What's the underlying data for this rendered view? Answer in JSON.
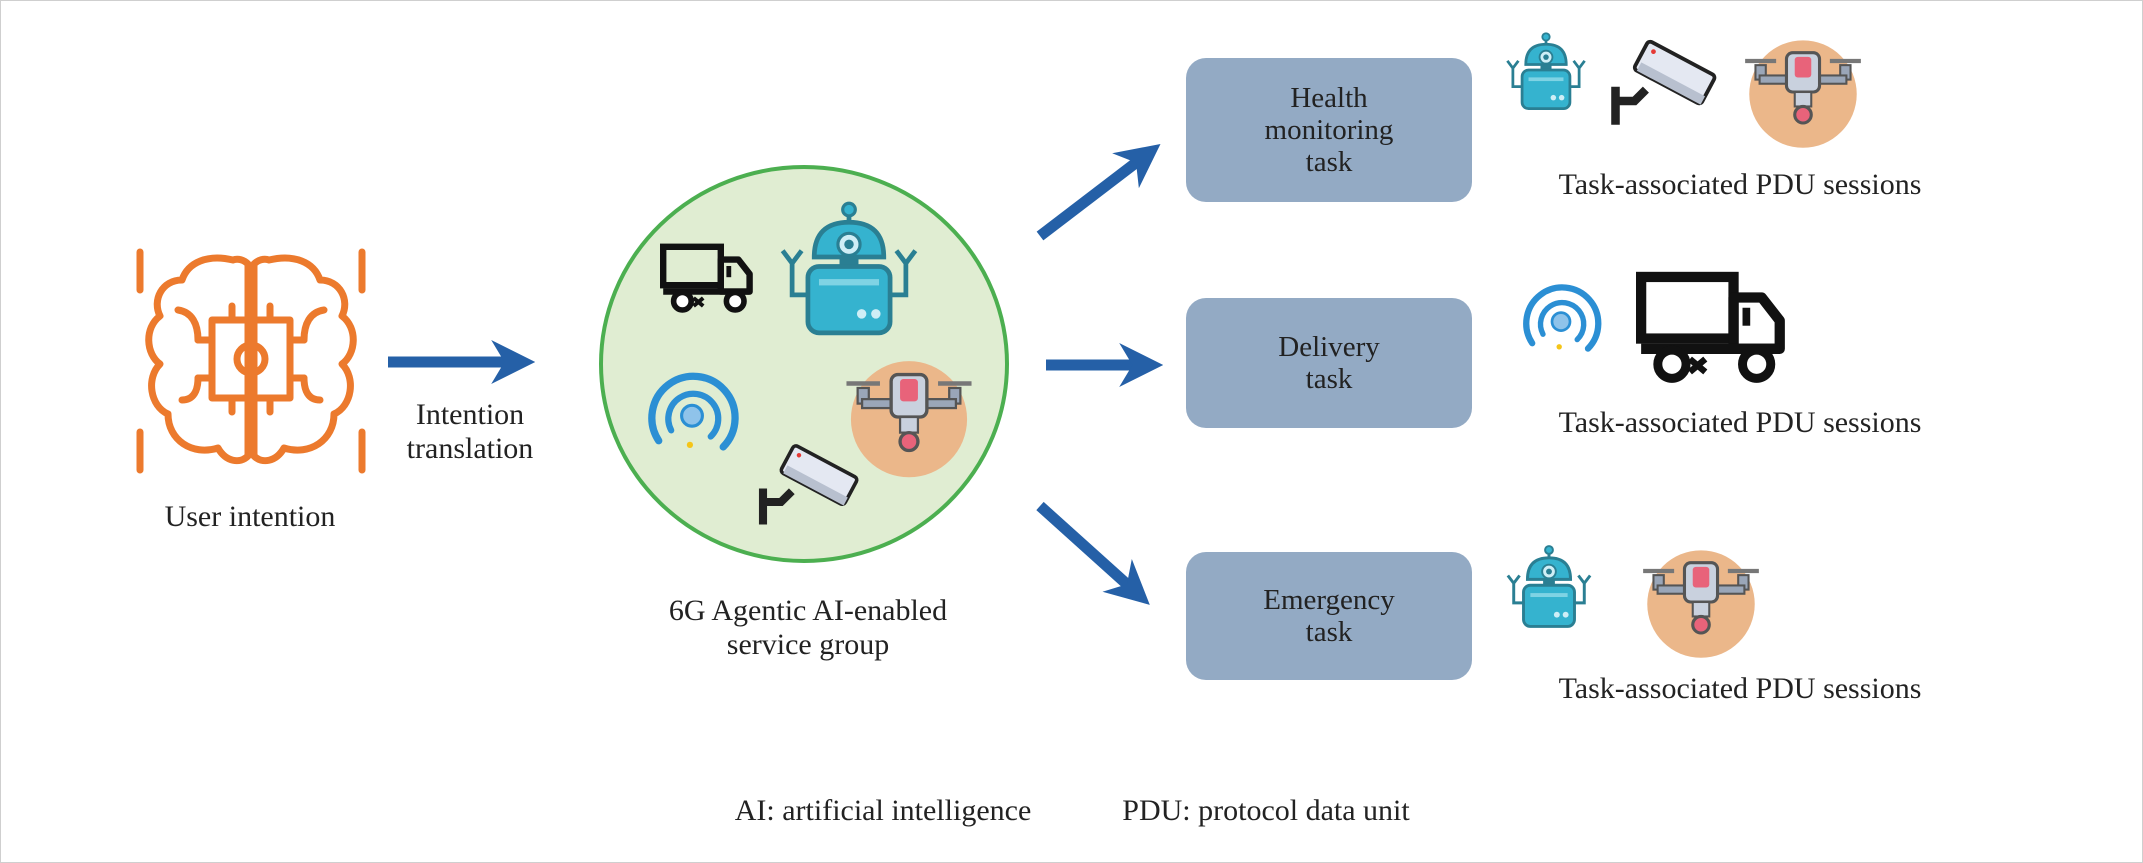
{
  "colors": {
    "arrow": "#2560a7",
    "brain": "#ec7a2d",
    "task_box": "#93aac4",
    "circle_fill": "#e0edd2",
    "circle_stroke": "#4caf50",
    "robot": "#35b3cf",
    "drone_bg": "#ebb78a"
  },
  "left": {
    "user_intention": "User intention",
    "intention_translation": [
      "Intention",
      "translation"
    ]
  },
  "center": {
    "group_label": [
      "6G Agentic AI-enabled",
      "service group"
    ]
  },
  "tasks": [
    {
      "lines": [
        "Health",
        "monitoring",
        "task"
      ],
      "sessions": "Task-associated PDU sessions",
      "icons": [
        "robot-icon",
        "camera-icon",
        "drone-icon"
      ]
    },
    {
      "lines": [
        "Delivery",
        "task"
      ],
      "sessions": "Task-associated PDU sessions",
      "icons": [
        "robot-vacuum-icon",
        "truck-icon"
      ]
    },
    {
      "lines": [
        "Emergency",
        "task"
      ],
      "sessions": "Task-associated PDU sessions",
      "icons": [
        "robot-icon",
        "drone-icon"
      ]
    }
  ],
  "footer": {
    "ai": "AI: artificial intelligence",
    "pdu": "PDU: protocol data unit"
  }
}
